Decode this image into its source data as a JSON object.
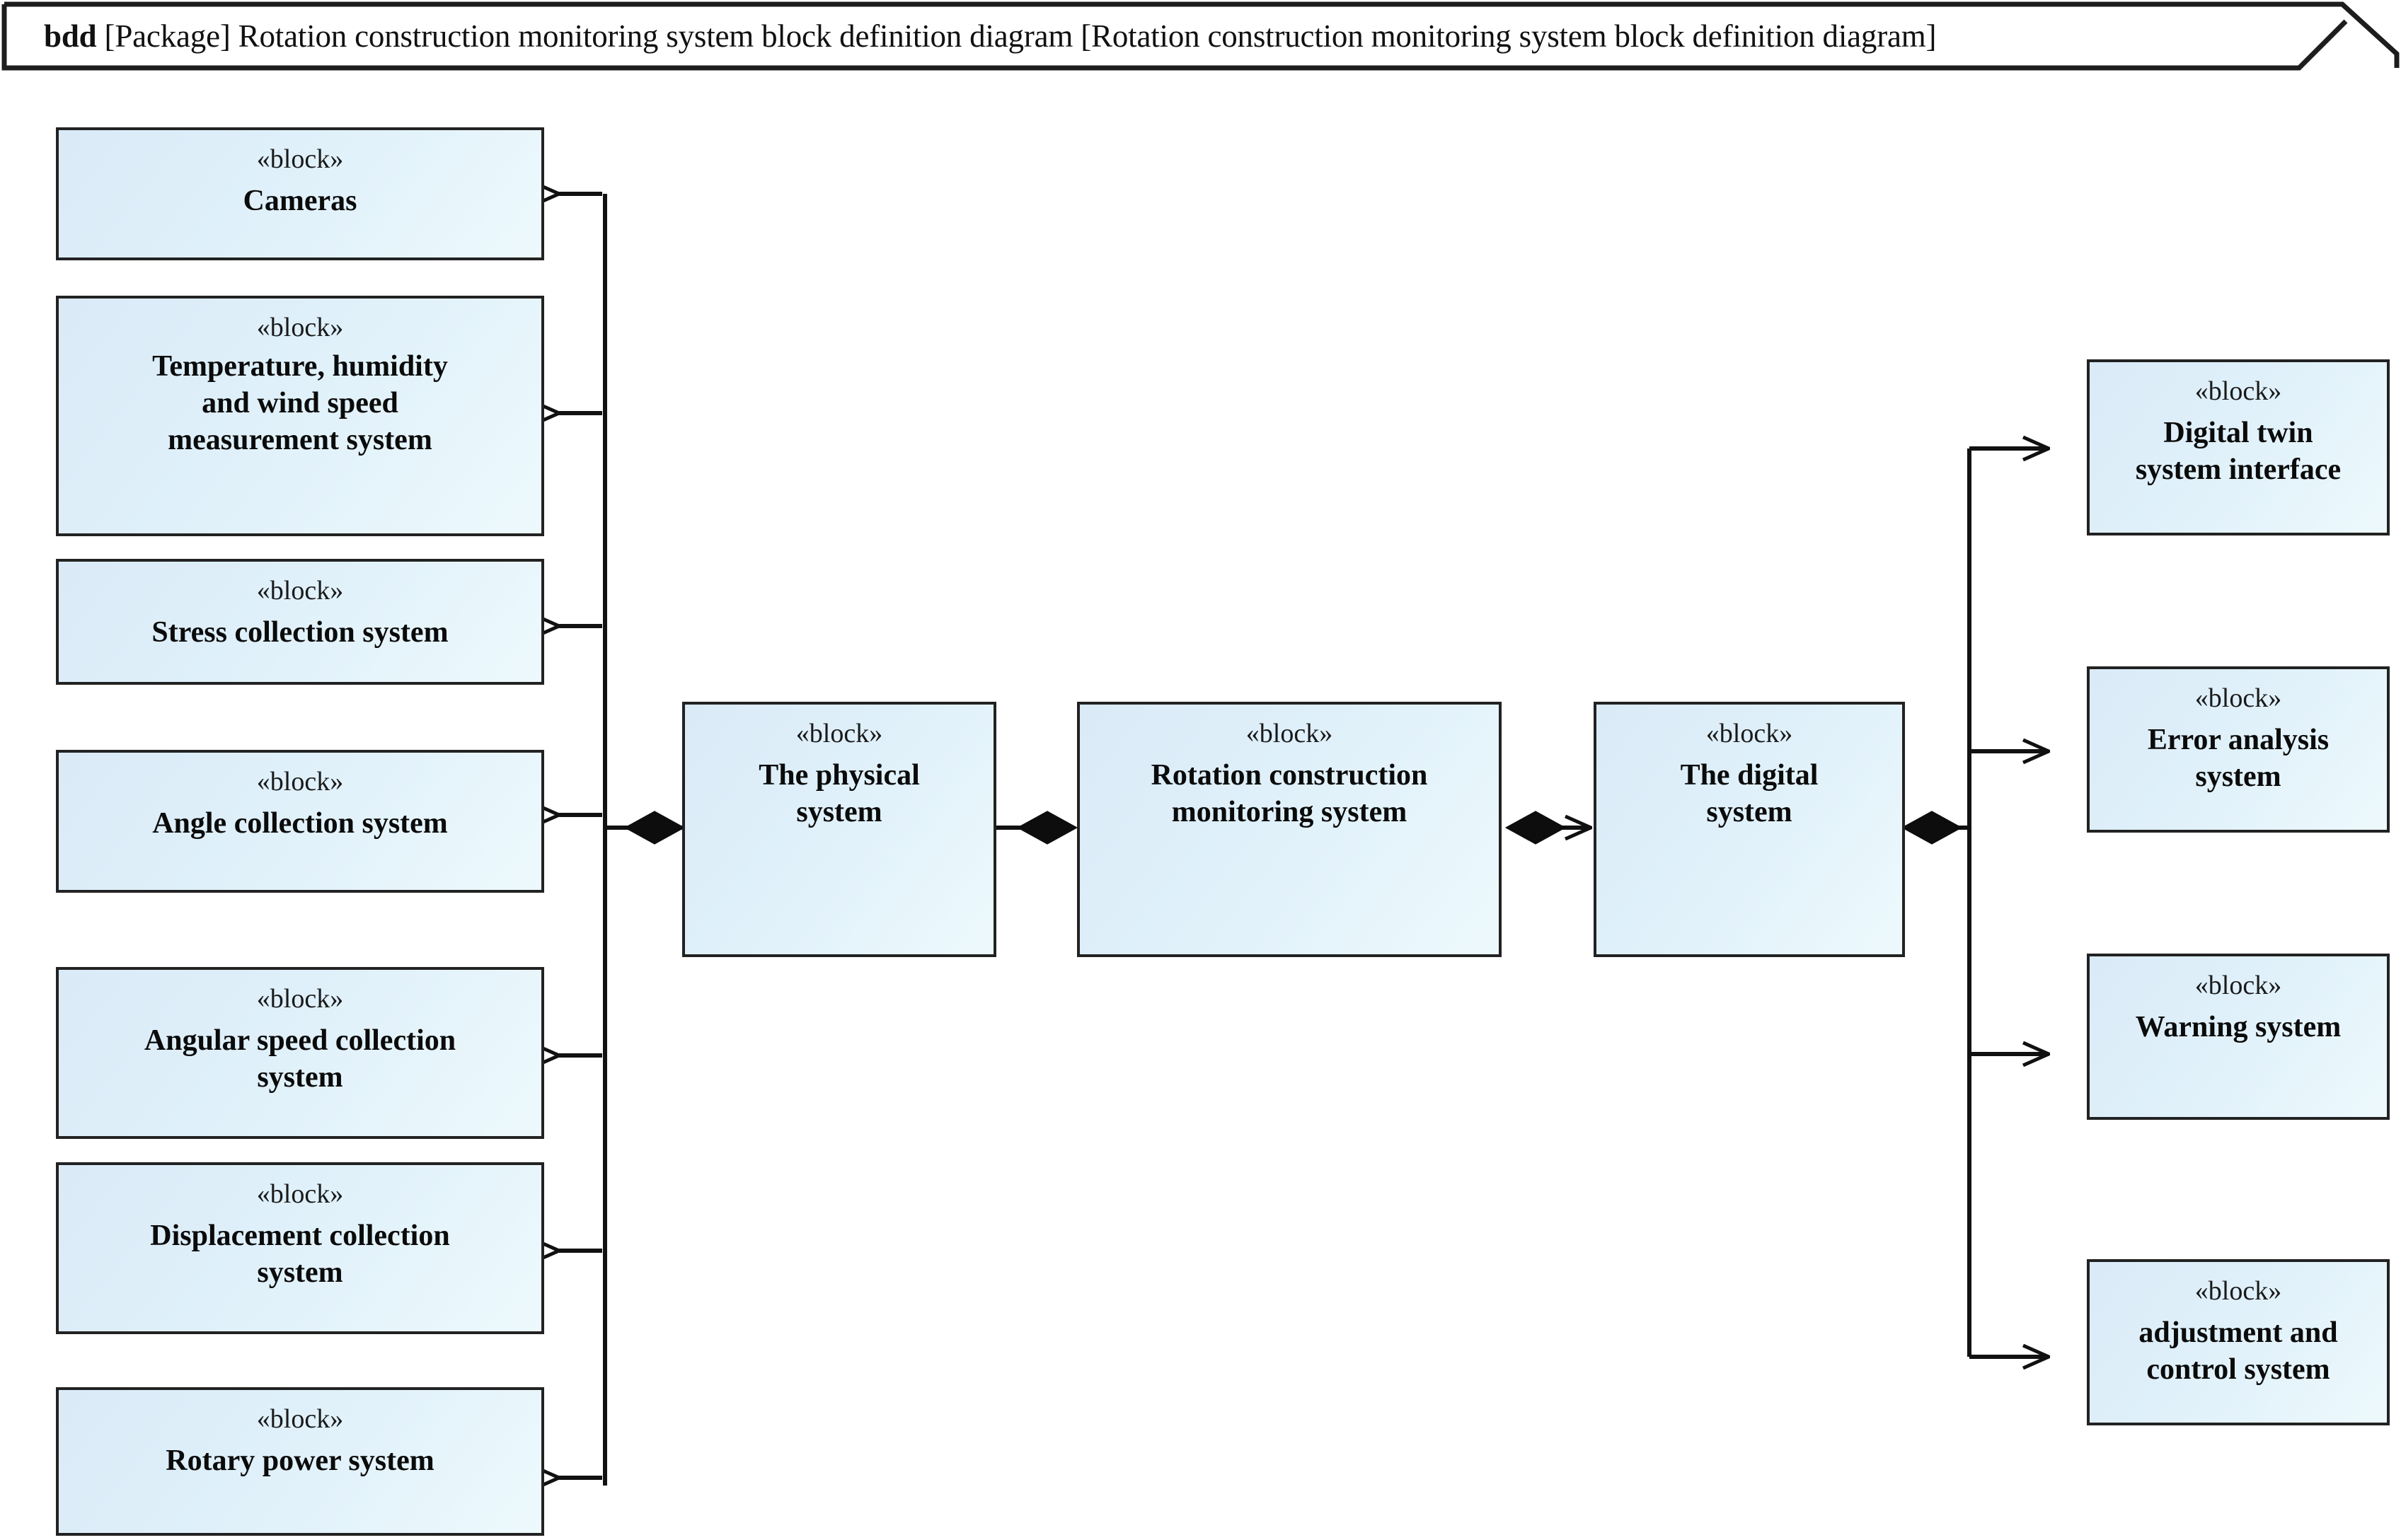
{
  "diagram": {
    "frame_keyword": "bdd",
    "frame_label": " [Package] Rotation construction monitoring system block definition diagram [Rotation construction monitoring system block definition diagram]",
    "frame_title_full": "bdd [Package] Rotation construction monitoring system block definition diagram [Rotation construction monitoring system block definition diagram]",
    "stereotype": "«block»",
    "colors": {
      "block_fill_light": "#edf9fc",
      "block_fill_dark": "#daeaf7",
      "block_border": "#222222",
      "line": "#111111",
      "text": "#0b0b0b",
      "background": "#ffffff"
    }
  },
  "left_column": {
    "parent": "The physical system",
    "blocks": [
      {
        "stereotype": "«block»",
        "name": "Cameras",
        "lines": [
          "Cameras"
        ]
      },
      {
        "stereotype": "«block»",
        "name": "Temperature, humidity and wind speed measurement system",
        "lines": [
          "Temperature, humidity",
          "and wind speed",
          "measurement system"
        ]
      },
      {
        "stereotype": "«block»",
        "name": "Stress collection system",
        "lines": [
          "Stress collection system"
        ]
      },
      {
        "stereotype": "«block»",
        "name": "Angle collection system",
        "lines": [
          "Angle collection system"
        ]
      },
      {
        "stereotype": "«block»",
        "name": "Angular speed collection system",
        "lines": [
          "Angular speed collection",
          "system"
        ]
      },
      {
        "stereotype": "«block»",
        "name": "Displacement collection system",
        "lines": [
          "Displacement collection",
          "system"
        ]
      },
      {
        "stereotype": "«block»",
        "name": "Rotary power system",
        "lines": [
          "Rotary power system"
        ]
      }
    ]
  },
  "center_chain": {
    "blocks": [
      {
        "stereotype": "«block»",
        "name": "The physical system",
        "lines": [
          "The physical",
          "system"
        ]
      },
      {
        "stereotype": "«block»",
        "name": "Rotation construction monitoring system",
        "lines": [
          "Rotation construction",
          "monitoring system"
        ]
      },
      {
        "stereotype": "«block»",
        "name": "The digital system",
        "lines": [
          "The digital",
          "system"
        ]
      }
    ]
  },
  "right_column": {
    "parent": "The digital system",
    "blocks": [
      {
        "stereotype": "«block»",
        "name": "Digital twin system interface",
        "lines": [
          "Digital twin",
          "system interface"
        ]
      },
      {
        "stereotype": "«block»",
        "name": "Error analysis system",
        "lines": [
          "Error analysis",
          "system"
        ]
      },
      {
        "stereotype": "«block»",
        "name": "Warning system",
        "lines": [
          "Warning system"
        ]
      },
      {
        "stereotype": "«block»",
        "name": "adjustment and control system",
        "lines": [
          "adjustment and",
          "control system"
        ]
      }
    ]
  },
  "relationships": [
    {
      "type": "composition",
      "whole": "The physical system",
      "part": "Cameras"
    },
    {
      "type": "composition",
      "whole": "The physical system",
      "part": "Temperature, humidity and wind speed measurement system"
    },
    {
      "type": "composition",
      "whole": "The physical system",
      "part": "Stress collection system"
    },
    {
      "type": "composition",
      "whole": "The physical system",
      "part": "Angle collection system"
    },
    {
      "type": "composition",
      "whole": "The physical system",
      "part": "Angular speed collection system"
    },
    {
      "type": "composition",
      "whole": "The physical system",
      "part": "Displacement collection system"
    },
    {
      "type": "composition",
      "whole": "The physical system",
      "part": "Rotary power system"
    },
    {
      "type": "composition",
      "whole": "Rotation construction monitoring system",
      "part": "The physical system"
    },
    {
      "type": "composition",
      "whole": "Rotation construction monitoring system",
      "part": "The digital system"
    },
    {
      "type": "composition",
      "whole": "The digital system",
      "part": "Digital twin system interface"
    },
    {
      "type": "composition",
      "whole": "The digital system",
      "part": "Error analysis system"
    },
    {
      "type": "composition",
      "whole": "The digital system",
      "part": "Warning system"
    },
    {
      "type": "composition",
      "whole": "The digital system",
      "part": "adjustment and control system"
    }
  ]
}
